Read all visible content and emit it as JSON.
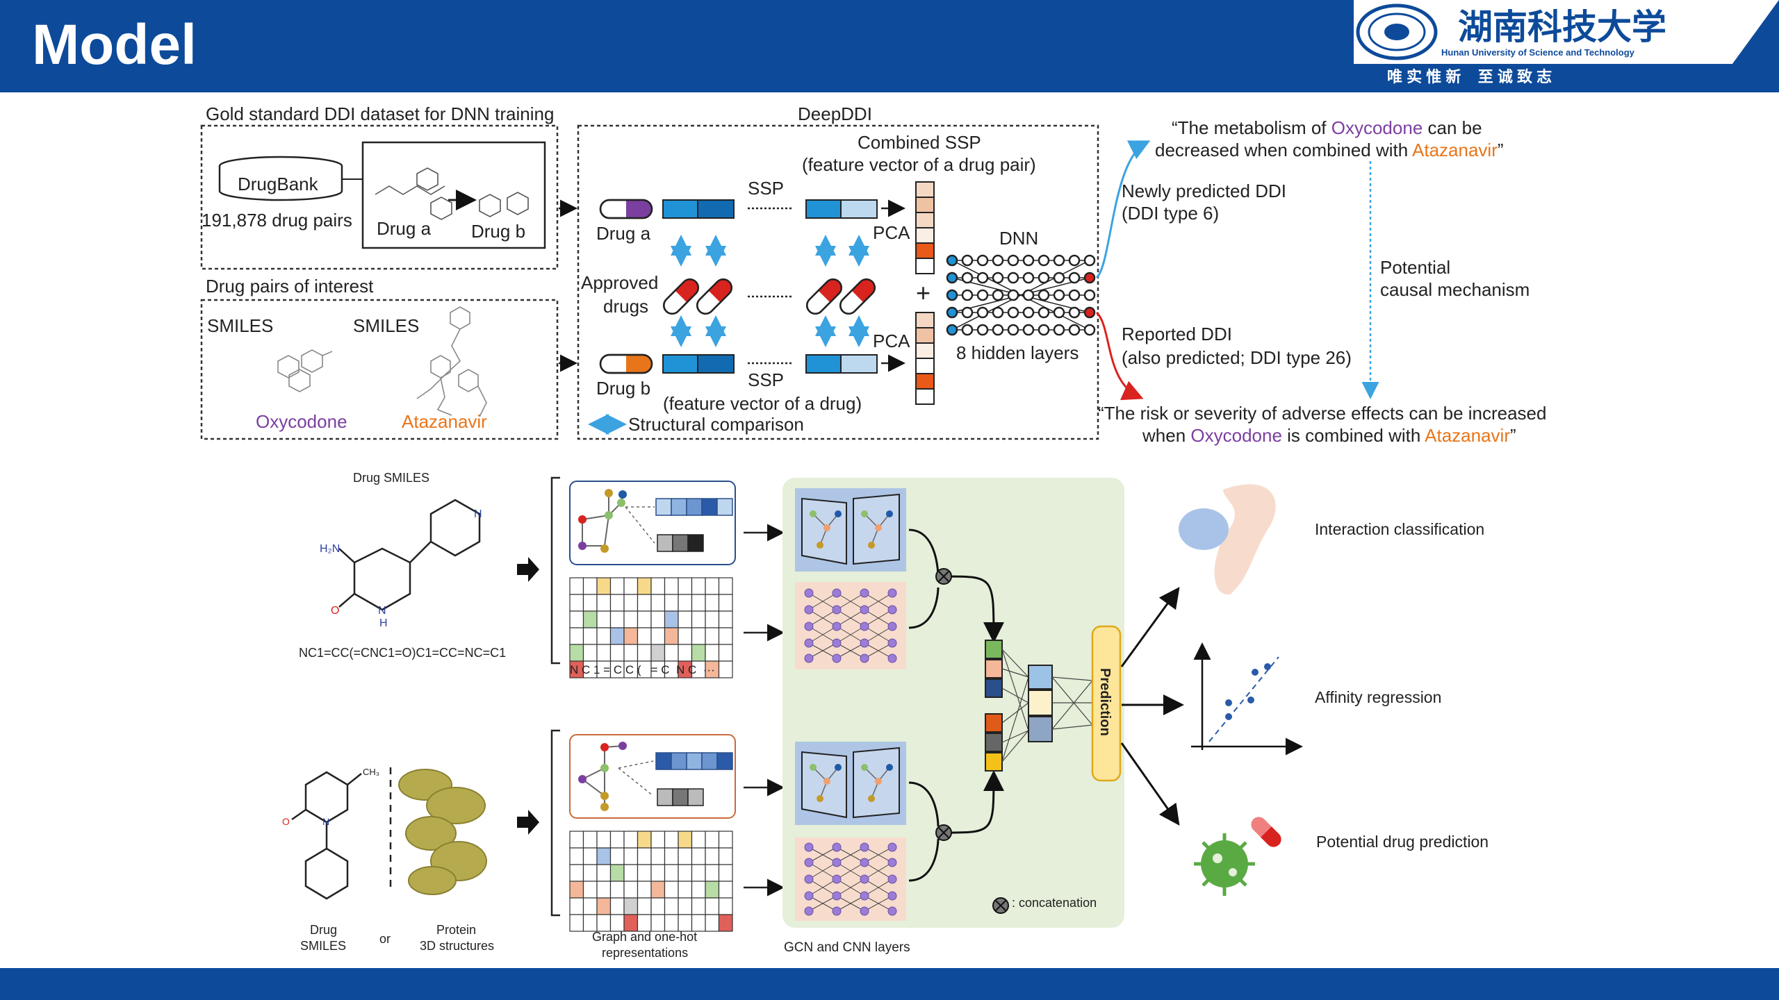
{
  "slide": {
    "title": "Model"
  },
  "logo": {
    "name_cn": "湖南科技大学",
    "name_en": "Hunan University of Science and Technology",
    "motto": "唯 实 惟 新    至 诚 致 志"
  },
  "top": {
    "gold_title": "Gold standard DDI dataset for DNN training",
    "drugbank": "DrugBank",
    "drug_pairs": "191,878 drug pairs",
    "drug_a": "Drug a",
    "drug_b": "Drug b",
    "interest_title": "Drug pairs of interest",
    "smiles": "SMILES",
    "oxycodone": "Oxycodone",
    "atazanavir": "Atazanavir",
    "deepddi": "DeepDDI",
    "combined_ssp": "Combined SSP",
    "combined_sub": "(feature vector of a drug pair)",
    "ssp": "SSP",
    "pca": "PCA",
    "approved": "Approved",
    "drugs": "drugs",
    "plus": "+",
    "dnn": "DNN",
    "hidden": "8 hidden layers",
    "drug_vec": "(feature vector of a drug)",
    "structural": "Structural comparison",
    "quote1_a": "“The metabolism of ",
    "quote1_b": " can be",
    "quote1_c": "decreased when combined with ",
    "quote1_d": "”",
    "newly1": "Newly predicted DDI",
    "newly2": "(DDI type 6)",
    "potential1": "Potential",
    "potential2": "causal mechanism",
    "reported1": "Reported DDI",
    "reported2": "(also predicted; DDI type 26)",
    "quote2_a": "“The risk or severity of adverse effects can be increased",
    "quote2_b": "when ",
    "quote2_c": " is combined with ",
    "quote2_d": "”"
  },
  "bottom": {
    "drug_smiles_title": "Drug SMILES",
    "smiles_string": "NC1=CC(=CNC1=O)C1=CC=NC=C1",
    "h2n": "H₂N",
    "o": "O",
    "n": "N",
    "nh": "N",
    "h": "H",
    "ch3": "CH₃",
    "token_row": "N C 1 = C C (   = C  N C  ···",
    "drug": "Drug",
    "smiles2": "SMILES",
    "or": "or",
    "protein": "Protein",
    "structures": "3D structures",
    "graph1": "Graph and one-hot",
    "graph2": "representations",
    "gcn": "GCN and CNN layers",
    "prediction": "Prediction",
    "concat": ": concatenation",
    "interaction": "Interaction classification",
    "affinity": "Affinity regression",
    "potential_drug": "Potential drug prediction"
  },
  "colors": {
    "header": "#0d4a9a",
    "purple": "#7b3fa0",
    "orange": "#e8751a",
    "blue_arrow": "#3ba3e0",
    "red_arrow": "#d9231f",
    "gcn_bg": "#e5efd9"
  }
}
